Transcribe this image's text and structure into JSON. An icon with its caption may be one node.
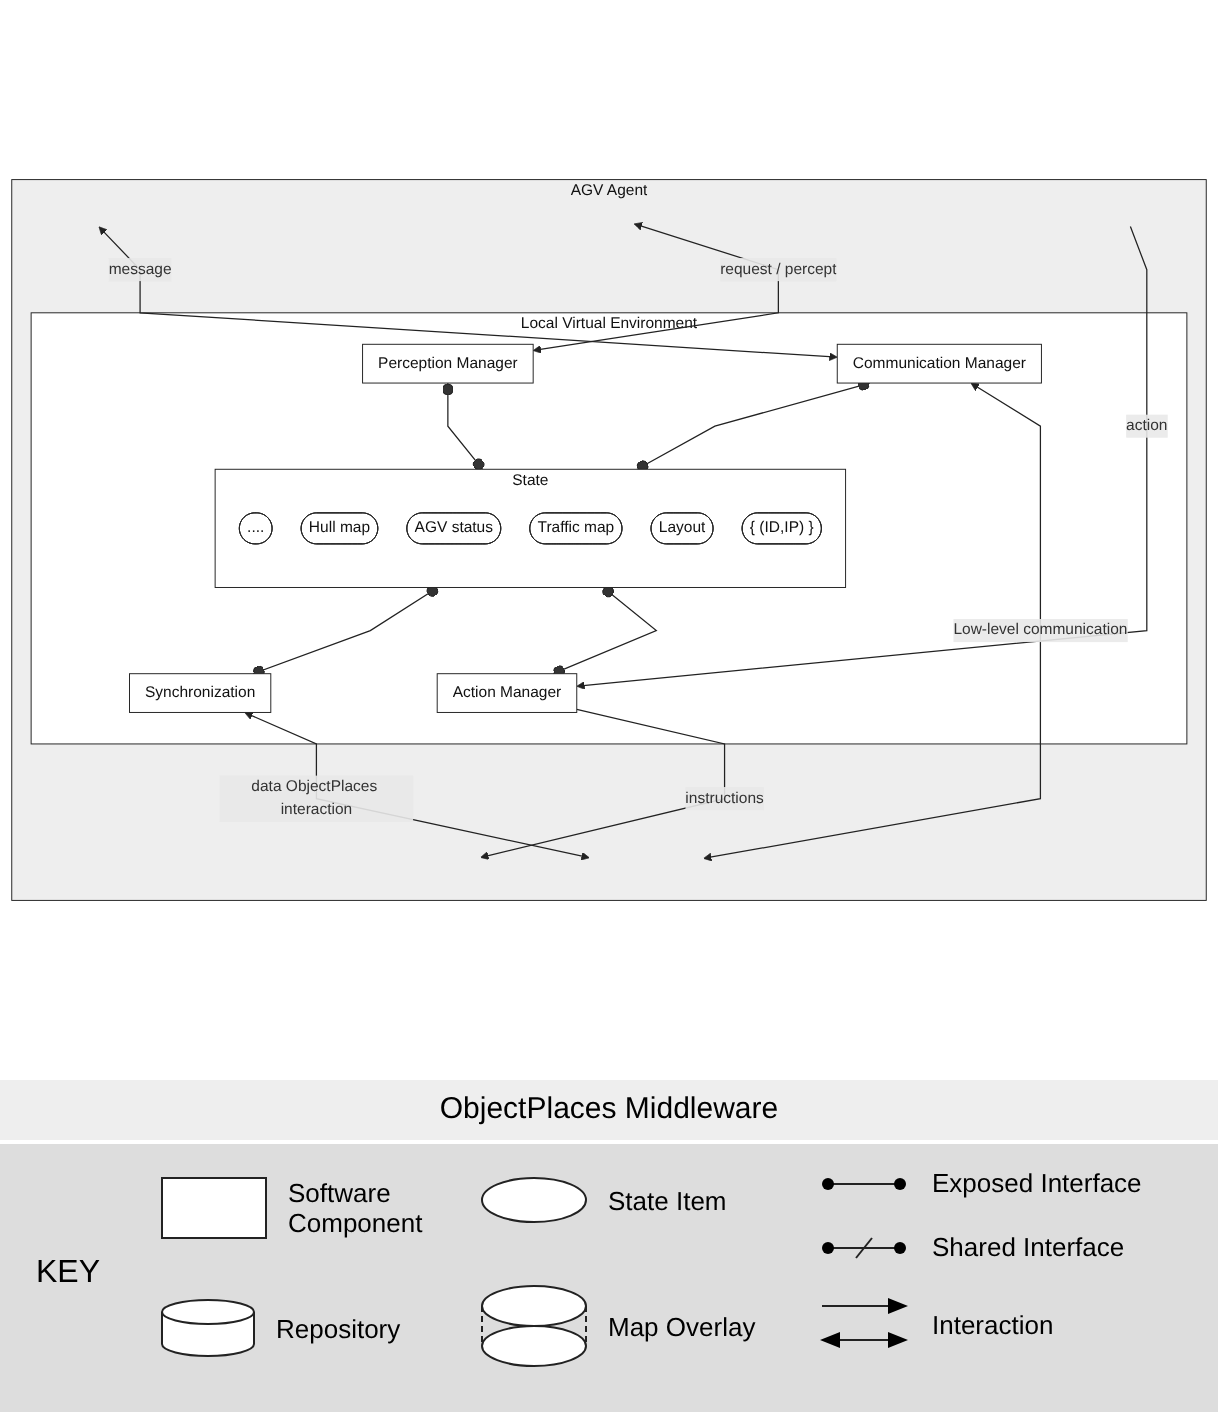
{
  "diagram": {
    "nodes": [
      {
        "text": [
          "AGV Agent"
        ]
      },
      {
        "text": [
          "Local Virtual Environment"
        ],
        "in": 0
      },
      {
        "text": [
          "Communication Manager"
        ],
        "in": 1
      },
      {
        "text": [
          "Perception Manager"
        ],
        "in": 1
      },
      {
        "text": [
          "State"
        ],
        "in": 1
      },
      {
        "text": [
          "...."
        ],
        "in": 4
      },
      {
        "text": [
          "Hull map"
        ],
        "in": 4
      },
      {
        "text": [
          "AGV status"
        ],
        "in": 4
      },
      {
        "text": [
          "Traffic map"
        ],
        "in": 4
      },
      {
        "text": [
          "Layout"
        ],
        "in": 4
      },
      {
        "text": [
          "{ (ID,IP) }"
        ],
        "in": 4
      },
      {
        "text": [
          "Action Manager"
        ],
        "in": 1
      },
      {
        "text": [
          "Synchronization"
        ],
        "in": 1
      }
    ],
    "edges": [
      {
        "from": null,
        "to": 2,
        "arrow": "both",
        "label": "message"
      },
      {
        "from": null,
        "to": 3,
        "arrow": "both",
        "label": "request / percept"
      },
      {
        "from": null,
        "to": 11,
        "arrow": "to",
        "label": "action"
      },
      {
        "from": 3,
        "to": 4,
        "arrow": "other"
      },
      {
        "from": 2,
        "to": 4,
        "arrow": "other"
      },
      {
        "from": 4,
        "to": 11,
        "arrow": "other"
      },
      {
        "from": 4,
        "to": 12,
        "arrow": "other"
      },
      {
        "from": 2,
        "to": null,
        "arrow": "both",
        "label": "Low-level communication"
      },
      {
        "from": 12,
        "to": null,
        "arrow": "both",
        "label": "data ObjectPlaces interaction"
      },
      {
        "from": 11,
        "to": null,
        "arrow": "to",
        "label": "instructions"
      }
    ],
    "labels": [
      "ObjectPlaces Middleware",
      "KEY"
    ],
    "legend": [
      {
        "text": "Software Component"
      },
      {
        "text": "State Item"
      },
      {
        "text": "Exposed Interface"
      },
      {
        "text": "Repository"
      },
      {
        "text": "Map Overlay"
      },
      {
        "text": "Shared Interface"
      },
      {
        "text": "Interaction"
      }
    ]
  }
}
